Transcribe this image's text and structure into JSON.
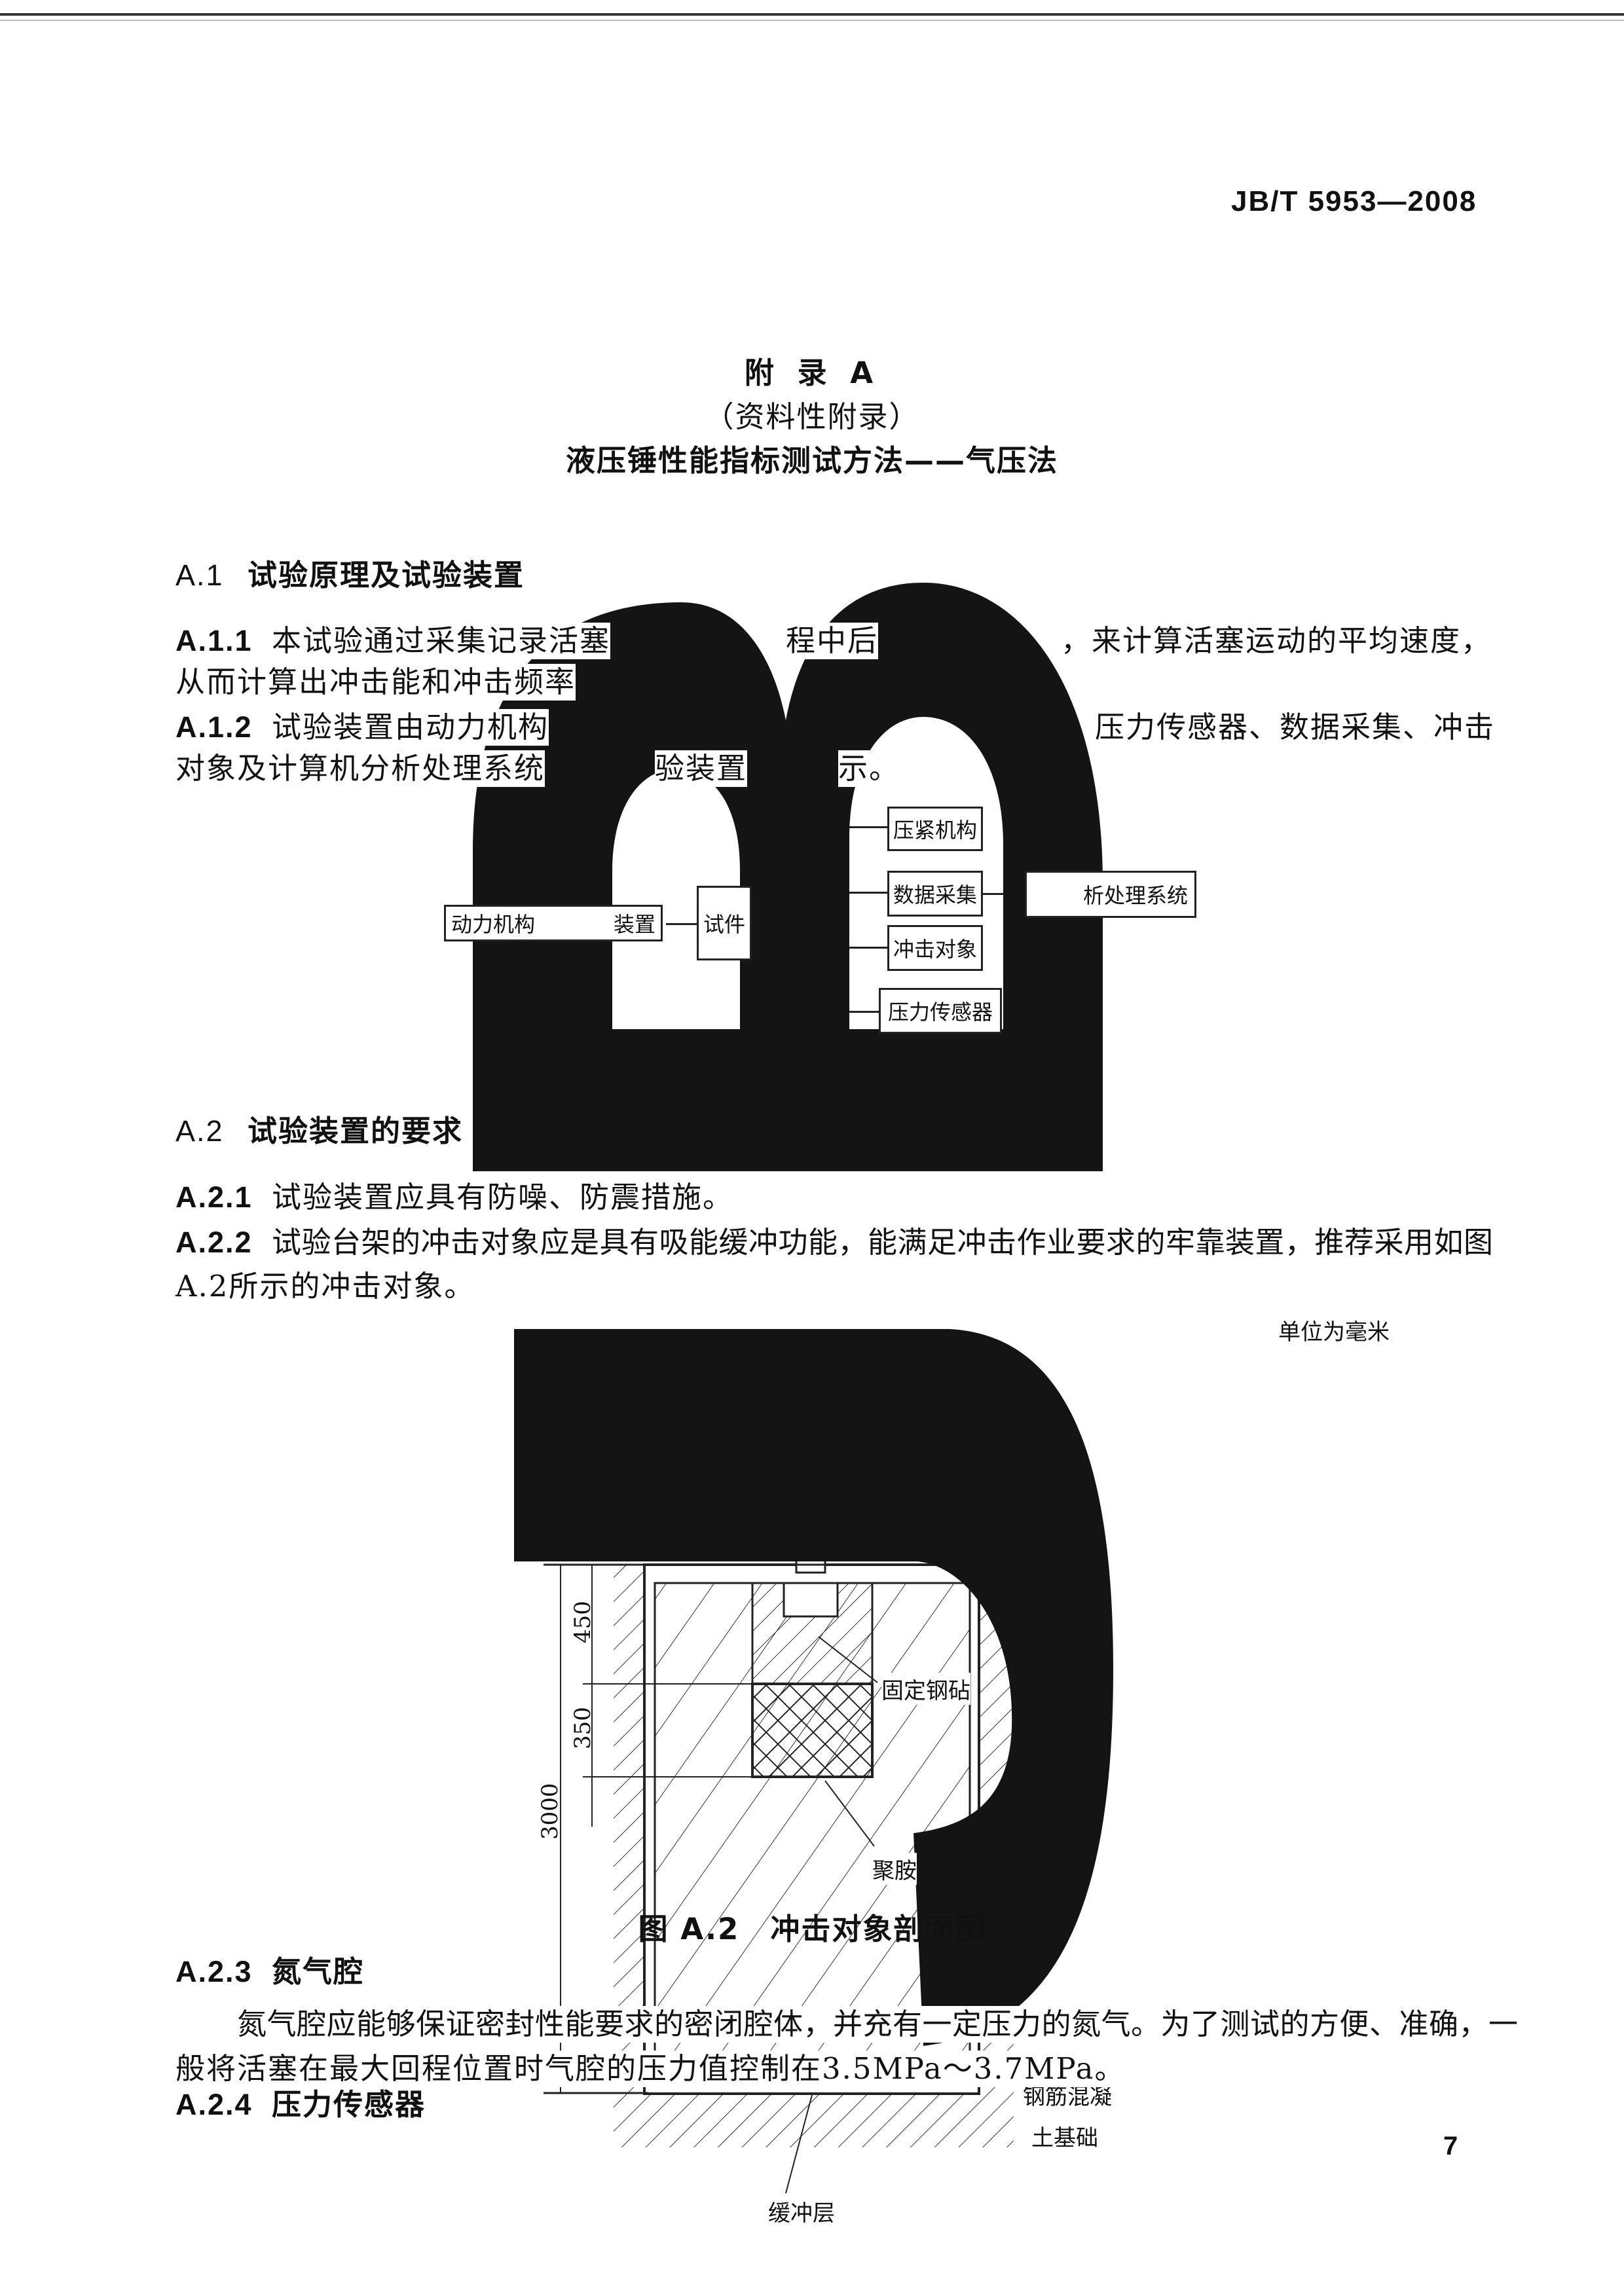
{
  "header": {
    "standard_no": "JB/T 5953—2008"
  },
  "appendix": {
    "title": "附 录 A",
    "subtitle": "（资料性附录）",
    "heading": "液压锤性能指标测试方法——气压法"
  },
  "sections": {
    "a1": {
      "num": "A.1",
      "title": "试验原理及试验装置"
    },
    "a11": {
      "num": "A.1.1",
      "frag1": "本试验通过采集记录活塞",
      "frag2": "程中后",
      "frag3": "，来计算活塞运动的平均速度，",
      "line2": "从而计算出冲击能和冲击频率"
    },
    "a12": {
      "num": "A.1.2",
      "frag1": "试验装置由动力机构",
      "frag2": "压力传感器、数据采集、冲击",
      "line2a": "对象及计算机分析处理系统",
      "line2b": "验装置",
      "line2c": "示。"
    },
    "a2": {
      "num": "A.2",
      "title": "试验装置的要求"
    },
    "a21": {
      "num": "A.2.1",
      "text": "试验装置应具有防噪、防震措施。"
    },
    "a22": {
      "num": "A.2.2",
      "line1": "试验台架的冲击对象应是具有吸能缓冲功能，能满足冲击作业要求的牢靠装置，推荐采用如图",
      "line2": "A.2所示的冲击对象。"
    },
    "a23": {
      "num": "A.2.3",
      "title": "氮气腔",
      "line1": "氮气腔应能够保证密封性能要求的密闭腔体，并充有一定压力的氮气。为了测试的方便、准确，一",
      "line2": "般将活塞在最大回程位置时气腔的压力值控制在3.5MPa～3.7MPa。"
    },
    "a24": {
      "num": "A.2.4",
      "title": "压力传感器"
    }
  },
  "figure_a1": {
    "power_box_a": "动力机构",
    "power_box_b": "装置",
    "specimen": "试件",
    "clamp": "压紧机构",
    "daq": "数据采集",
    "impact": "冲击对象",
    "sensor": "压力传感器",
    "analysis": "析处理系统"
  },
  "figure_a2": {
    "unit_note": "单位为毫米",
    "dim_total": "3000",
    "dim_450": "450",
    "dim_350": "350",
    "label_anvil": "固定钢砧",
    "label_pu": "聚胺",
    "label_foundation_1": "钢筋混凝",
    "label_foundation_2": "土基础",
    "label_buffer": "缓冲层",
    "caption": "图 A.2　冲击对象剖面图"
  },
  "page_number": "7",
  "colors": {
    "ink": "#111111",
    "blot": "#141414"
  }
}
